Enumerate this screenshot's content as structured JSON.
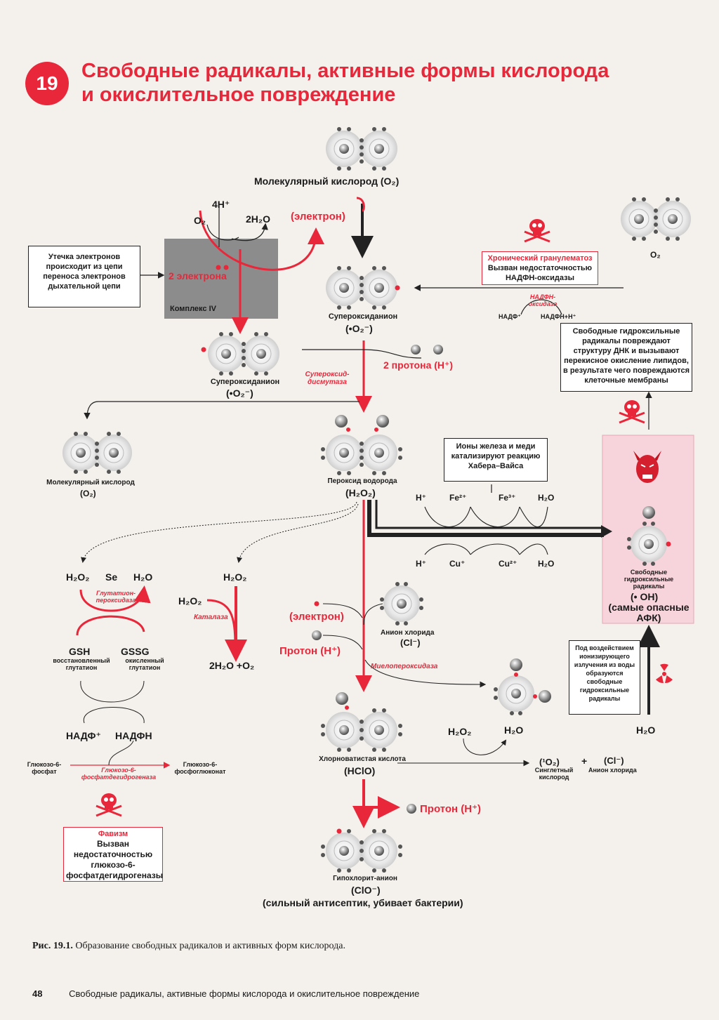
{
  "header": {
    "chapter": "19",
    "title_line1": "Свободные радикалы, активные формы кислорода",
    "title_line2": "и окислительное повреждение"
  },
  "top": {
    "o2_label": "Молекулярный кислород (O₂)",
    "electron": "(электрон)",
    "o2": "O₂",
    "h4": "4H⁺",
    "water2": "2H₂O"
  },
  "leak_box": "Утечка электронов происходит из цепи переноса электронов дыхательной цепи",
  "complex": {
    "electrons": "2 электрона",
    "name": "Комплекс IV"
  },
  "superoxide_center": {
    "name": "Супероксиданион",
    "formula": "(•O₂⁻)"
  },
  "superoxide_left": {
    "name": "Супероксиданион",
    "formula": "(•O₂⁻)"
  },
  "granulomatosis": {
    "title": "Хронический гранулематоз",
    "text": "Вызван недостаточностью НАДФН-оксидазы",
    "enzyme": "НАДФН-оксидаза",
    "nadp": "НАДФ⁺",
    "nadph": "НАДФН+H⁺",
    "o2": "O₂"
  },
  "hydroxyl_box": "Свободные гидроксильные радикалы повреждают структуру ДНК и вызывают перекисное окисление липидов, в результате чего повреждаются клеточные мембраны",
  "dismutase": {
    "enzyme": "Супероксид-дисмутаза",
    "protons": "2 протона (H⁺)"
  },
  "o2_left": {
    "name": "Молекулярный кислород",
    "formula": "(O₂)"
  },
  "peroxide": {
    "name": "Пероксид водорода",
    "formula": "(H₂O₂)"
  },
  "iron_box": "Ионы железа и меди катализируют реакцию Хабера–Вайса",
  "haber": {
    "h1": "H⁺",
    "fe2": "Fe²⁺",
    "fe3": "Fe³⁺",
    "w1": "H₂O",
    "h2": "H⁺",
    "cu1": "Cu⁺",
    "cu2": "Cu²⁺",
    "w2": "H₂O"
  },
  "hydroxyl": {
    "name": "Свободные гидроксильные радикалы",
    "formula": "(• OH)",
    "note": "(самые опасные АФК)"
  },
  "glutathione": {
    "h2o2": "H₂O₂",
    "se": "Se",
    "h2o": "H₂O",
    "enzyme": "Глутатион-пероксидаза",
    "gsh": "GSH",
    "gssg": "GSSG",
    "gsh_desc": "восстановленный глутатион",
    "gssg_desc": "окисленный глутатион",
    "nadp": "НАДФ⁺",
    "nadph": "НАДФН",
    "g6p": "Глюкозо-6-фосфат",
    "g6pdh": "Глюкозо-6-фосфатдегидрогеназа",
    "pgl": "Глюкозо-6-фосфоглюконат"
  },
  "catalase": {
    "h2o2_a": "H₂O₂",
    "h2o2_b": "H₂O₂",
    "enzyme": "Каталаза",
    "products": "2H₂O +O₂"
  },
  "mpo": {
    "electron": "(электрон)",
    "proton": "Протон (H⁺)",
    "enzyme": "Миелопероксидаза",
    "chloride_name": "Анион хлорида",
    "chloride": "(Cl⁻)"
  },
  "radiation_box": "Под воздействием ионизирующего излучения из воды образуются свободные гидроксильные радикалы",
  "water_right": "H₂O",
  "hclo": {
    "name": "Хлорноватистая кислота",
    "formula": "(HClO)"
  },
  "singlet": {
    "h2o2": "H₂O₂",
    "h2o": "H₂O",
    "o2": "(¹O₂)",
    "o2_name": "Синглетный кислород",
    "plus": "+",
    "cl": "(Cl⁻)",
    "cl_name": "Анион хлорида"
  },
  "proton_out": "Протон (H⁺)",
  "hypochlorite": {
    "name": "Гипохлорит-анион",
    "formula": "(ClO⁻)",
    "note": "(сильный антисептик, убивает бактерии)"
  },
  "favism": {
    "title": "Фавизм",
    "text": "Вызван недостаточностью глюкозо-6-фосфатдегидрогеназы"
  },
  "caption": {
    "label": "Рис. 19.1.",
    "text": "Образование свободных радикалов и активных форм кислорода."
  },
  "footer": {
    "page": "48",
    "text": "Свободные радикалы, активные формы кислорода и окислительное повреждение"
  },
  "colors": {
    "accent": "#e8273a",
    "bg": "#f4f1ec",
    "danger_panel": "#f7d3db"
  }
}
